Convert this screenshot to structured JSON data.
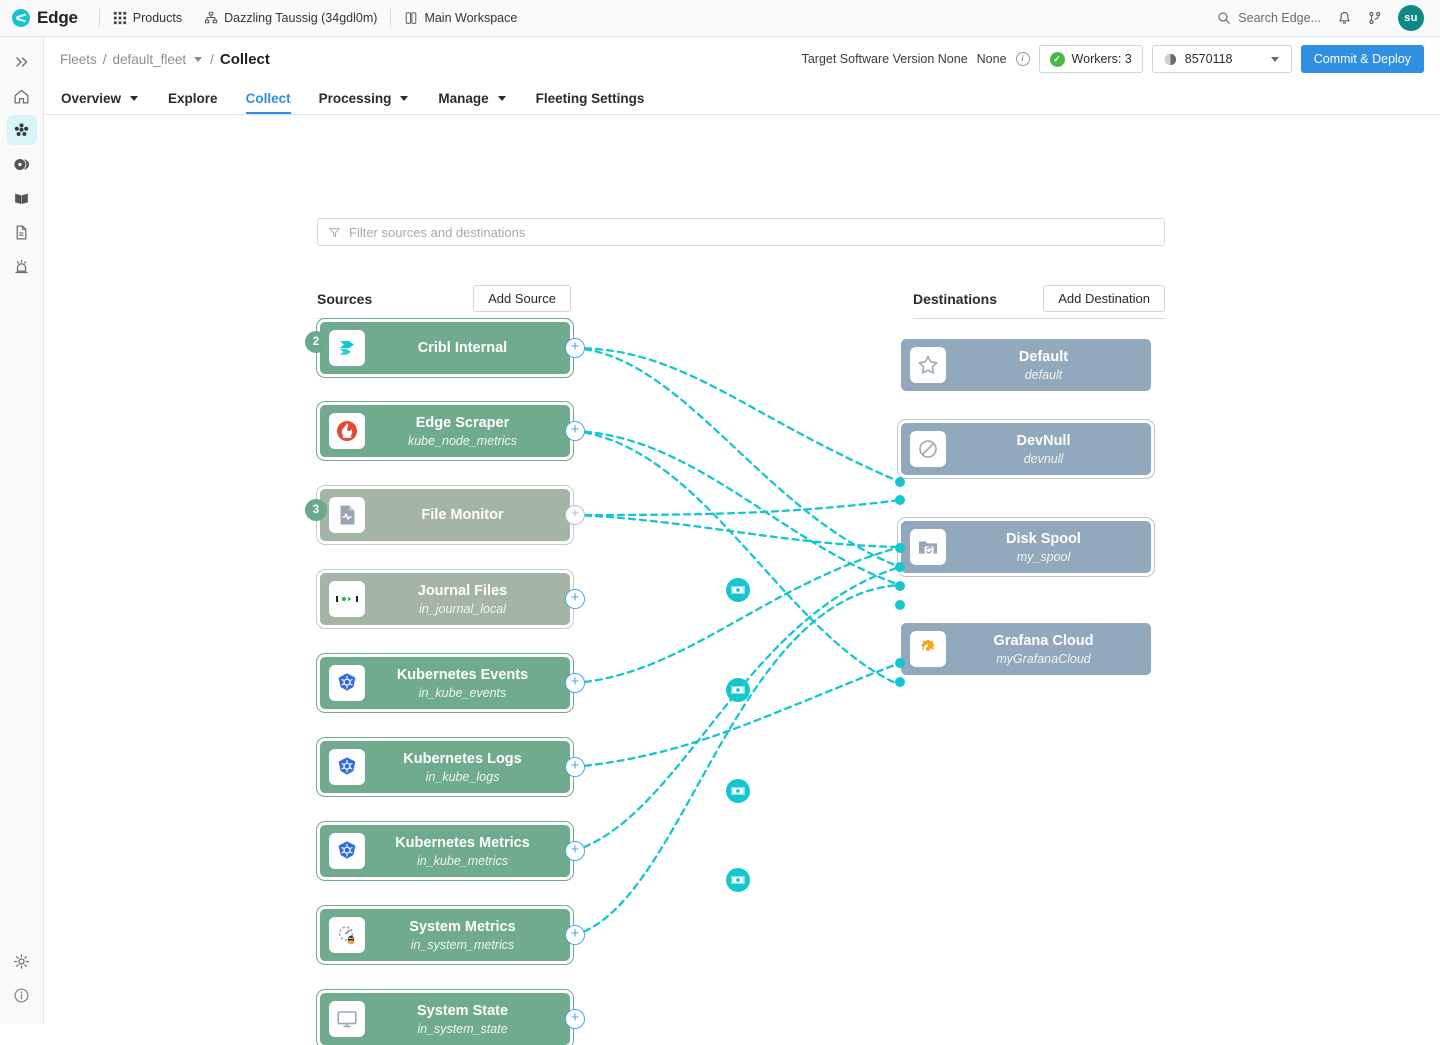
{
  "topbar": {
    "brand": "Edge",
    "products_label": "Products",
    "org_label": "Dazzling Taussig (34gdl0m)",
    "workspace_label": "Main Workspace",
    "search_placeholder": "Search  Edge...",
    "avatar_initials": "su",
    "icons": {
      "products": "grid-icon",
      "org": "org-tree-icon",
      "workspace": "workspace-icon",
      "search": "search-icon",
      "bell": "bell-icon",
      "branch": "git-branch-icon"
    }
  },
  "rail": {
    "items": [
      {
        "name": "expand",
        "icon": "chevrons-right-icon",
        "active": false
      },
      {
        "name": "home",
        "icon": "home-icon",
        "active": false
      },
      {
        "name": "fleets",
        "icon": "cluster-dots-icon",
        "active": true
      },
      {
        "name": "data",
        "icon": "disc-icon",
        "active": false
      },
      {
        "name": "lakes",
        "icon": "map-book-icon",
        "active": false
      },
      {
        "name": "documents",
        "icon": "document-icon",
        "active": false
      },
      {
        "name": "alerts",
        "icon": "siren-icon",
        "active": false
      }
    ],
    "bottom": [
      {
        "name": "settings",
        "icon": "gear-icon"
      },
      {
        "name": "info",
        "icon": "info-icon"
      }
    ]
  },
  "header": {
    "breadcrumb": {
      "root": "Fleets",
      "sep1": "/",
      "fleet": "default_fleet",
      "sep2": "/",
      "current": "Collect"
    },
    "target_version_label": "Target Software Version None",
    "target_version_value": "None",
    "workers_label": "Workers: 3",
    "version_id": "8570118",
    "commit_label": "Commit & Deploy"
  },
  "tabs": [
    {
      "label": "Overview",
      "caret": true,
      "active": false
    },
    {
      "label": "Explore",
      "caret": false,
      "active": false
    },
    {
      "label": "Collect",
      "caret": false,
      "active": true
    },
    {
      "label": "Processing",
      "caret": true,
      "active": false
    },
    {
      "label": "Manage",
      "caret": true,
      "active": false
    },
    {
      "label": "Fleeting Settings",
      "caret": false,
      "active": false
    }
  ],
  "filter": {
    "placeholder": "Filter sources and destinations",
    "value": "",
    "icon": "funnel-icon"
  },
  "sources": {
    "title": "Sources",
    "add_label": "Add Source",
    "items": [
      {
        "title": "Cribl Internal",
        "sub": "",
        "icon": "cribl-logo-icon",
        "disabled": false,
        "badge": "2",
        "plus": true
      },
      {
        "title": "Edge Scraper",
        "sub": "kube_node_metrics",
        "icon": "prometheus-icon",
        "disabled": false,
        "badge": null,
        "plus": true
      },
      {
        "title": "File Monitor",
        "sub": "",
        "icon": "file-pulse-icon",
        "disabled": true,
        "badge": "3",
        "plus": true
      },
      {
        "title": "Journal Files",
        "sub": "in_journal_local",
        "icon": "journal-icon",
        "disabled": true,
        "badge": null,
        "plus": true
      },
      {
        "title": "Kubernetes Events",
        "sub": "in_kube_events",
        "icon": "kubernetes-icon",
        "disabled": false,
        "badge": null,
        "plus": true
      },
      {
        "title": "Kubernetes Logs",
        "sub": "in_kube_logs",
        "icon": "kubernetes-icon",
        "disabled": false,
        "badge": null,
        "plus": true
      },
      {
        "title": "Kubernetes Metrics",
        "sub": "in_kube_metrics",
        "icon": "kubernetes-icon",
        "disabled": false,
        "badge": null,
        "plus": true
      },
      {
        "title": "System Metrics",
        "sub": "in_system_metrics",
        "icon": "gauge-linux-icon",
        "disabled": false,
        "badge": null,
        "plus": true
      },
      {
        "title": "System State",
        "sub": "in_system_state",
        "icon": "monitor-icon",
        "disabled": false,
        "badge": null,
        "plus": true
      }
    ]
  },
  "destinations": {
    "title": "Destinations",
    "add_label": "Add Destination",
    "items": [
      {
        "title": "Default",
        "sub": "default",
        "icon": "star-icon",
        "inputs": 0,
        "selected": false
      },
      {
        "title": "DevNull",
        "sub": "devnull",
        "icon": "no-entry-icon",
        "inputs": 2,
        "selected": true
      },
      {
        "title": "Disk Spool",
        "sub": "my_spool",
        "icon": "folder-sync-icon",
        "inputs": 4,
        "selected": true
      },
      {
        "title": "Grafana Cloud",
        "sub": "myGrafanaCloud",
        "icon": "grafana-icon",
        "inputs": 2,
        "selected": true
      }
    ]
  },
  "routes": {
    "count": 4,
    "icon": "pipeline-route-icon"
  },
  "colors": {
    "source_green": "#71ab8d",
    "source_disabled": "#a4b5a6",
    "destination_blue": "#92a8bd",
    "wire_teal": "#14c6cf",
    "accent_blue": "#2f8fe0",
    "brand_teal": "#16c4cf",
    "worker_ok_green": "#4cb749"
  }
}
